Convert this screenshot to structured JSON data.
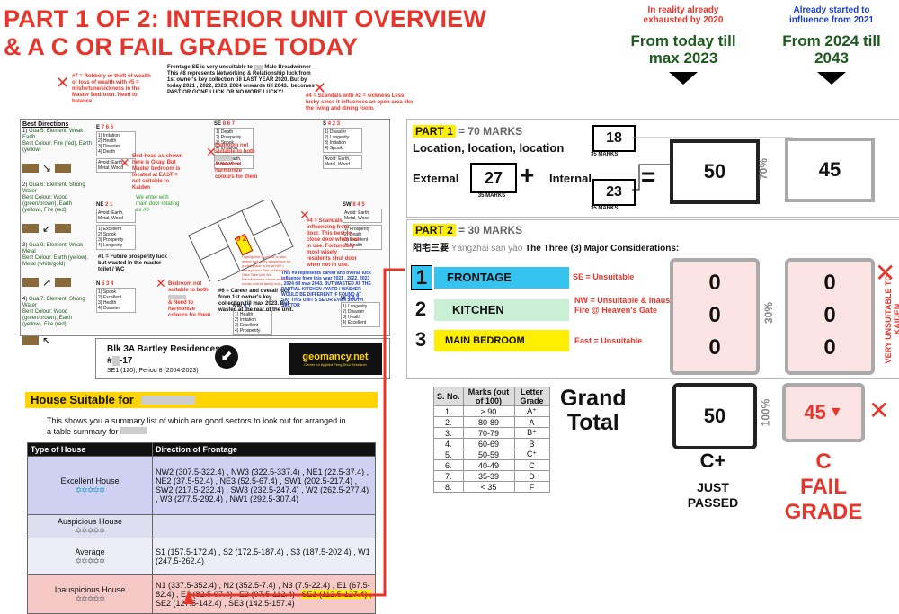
{
  "title": {
    "line1": "PART 1 OF 2: INTERIOR UNIT OVERVIEW",
    "line2": "& A C OR FAIL GRADE TODAY"
  },
  "periods": {
    "left_note": "In reality already exhausted by 2020",
    "left_big": "From today till max 2023",
    "right_note": "Already started to influence from 2021",
    "right_big": "From 2024 till 2043"
  },
  "frontage_note": {
    "line1": "Frontage SE is very unsuitable to",
    "line1b": "Male Breadwinner",
    "body": "This #8 represents Networking & Relationship luck from 1st owner's key collection till LAST YEAR 2020. But by today 2021 , 2022, 2023, 2024 onwards till 2043.. becomes PAST OR GONE LUCK OR NO MORE LUCKY!"
  },
  "annotations": {
    "robbery": "#7 = Robbery or theft of wealth or loss of wealth with #5 = misfortune/sickness in the Master Bedroom. Need to balance",
    "scandal_top": "#4 = Scandals with #2 = sickness Less lucky since it influences an open area like the living and dining room.",
    "bedhead": "Bed-head as shown here is Okay. But Master bedroom is located at EAST = not suitable to Kaiden",
    "bedroom_top": "Bedroom not suitable to both",
    "need_colours_top": "& Need to harmonize colours for them",
    "scandal_front": "#4 = Scandals influencing front door. This best to close door when not in use. Fortunately most wisely residents shut door when not in use.",
    "future_prosperity": "#1 = Future prosperity luck but wasted in the master toilet / WC",
    "bedroom_bottom": "Bedroom not suitable to both",
    "need_colours_bottom": "& Need to harmonize colours for them",
    "career": "#6 = Career and overall luck from 1st owner's key collection till max 2023. But wasted at the rear of the unit.",
    "wasted_kitchen": "This #9 represents career and overall luck influence from this year 2021 , 2022, 2023 , 2024 till max 2043. BUT WASTED AT THE PARTIAL KITCHEN / YARD / WASHER WOULD BE DIFFERENT IF FOUND AT SAY THIS UNIT'S SE OR EVEN SOUTH SECTOR",
    "highlight": "Highlighted in yellow is also where hall. Very auspicious for partial place to be at NW = Inauspicious Fire at Heaven's Gate Take luck for Breadwinner's career and also cause overall family luck",
    "maybe_enter": "We enter with main door rotating as #8"
  },
  "best_directions": {
    "header": "Best Directions",
    "people": [
      {
        "num": "1)",
        "gua": "Gua 5: Element: Weak Earth",
        "colour": "Best Colour: Fire (red), Earth (yellow)"
      },
      {
        "num": "2)",
        "gua": "Gua 6: Element: Strong Water",
        "colour": "Best Colour: Wood (green/brown), Earth (yellow), Fire (red)"
      },
      {
        "num": "3)",
        "gua": "Gua 9: Element: Weak Metal",
        "colour": "Best Colour: Earth (yellow), Metal (white/gold)"
      },
      {
        "num": "4)",
        "gua": "Gua 7: Element: Strong Water",
        "colour": "Best Colour: Wood (green/brown), Earth (yellow), Fire (red)"
      }
    ]
  },
  "floorplan": {
    "sectors": [
      {
        "id": "E",
        "nums": "7 6 6",
        "items": [
          "1) Irritation",
          "2) Health",
          "3) Disaster",
          "4) Death"
        ]
      },
      {
        "id": "SE",
        "nums": "8 6 7",
        "items": [
          "1) Death",
          "2) Prosperity",
          "3) Spook",
          "4) Irritation"
        ]
      },
      {
        "id": "S",
        "nums": "4 2 3",
        "items": [
          "1) Disaster",
          "2) Longevity",
          "3) Irritation",
          "4) Spook"
        ]
      },
      {
        "id": "NE",
        "nums": "2 1",
        "items": [
          "1) Excellent",
          "2) Spook",
          "3) Prosperity",
          "4) Longevity"
        ]
      },
      {
        "id": "SW",
        "nums": "8 4 5",
        "items": [
          "1) Prosperity",
          "2) Death",
          "3) Excellent",
          "4) Health"
        ]
      },
      {
        "id": "N",
        "nums": "5 3 4",
        "items": [
          "1) Spook",
          "2) Excellent",
          "3) Health",
          "4) Disaster"
        ]
      },
      {
        "id": "NW",
        "nums": "9 1",
        "items": [
          "1) Health",
          "2) Irritation",
          "3) Excellent",
          "4) Prosperity"
        ]
      },
      {
        "id": "W",
        "nums": "2 9 1",
        "items": [
          "1) Longevity",
          "2) Disaster",
          "3) Health",
          "4) Excellent"
        ]
      }
    ],
    "avoid_note": "Avoid: Earth, Metal, Wood",
    "property": "Blk 3A Bartley Residences",
    "unit": "#",
    "unit_suffix": "-17",
    "facing": "SE1 (120), Period 8 (2004-2023)",
    "logo_text": "geomancy.net",
    "logo_sub": "Center for Applied Feng Shui Research"
  },
  "house_suitable": {
    "header": "House Suitable for",
    "desc": "This shows you a summary list of which are good sectors to look out for arranged in a table summary for",
    "columns": [
      "Type of House",
      "Direction of Frontage"
    ],
    "rows": [
      {
        "type": "Excellent House",
        "stars": "✡✡✡✡✡",
        "dirs": "NW2 (307.5-322.4) , NW3 (322.5-337.4) , NE1 (22.5-37.4) , NE2 (37.5-52.4) , NE3 (52.5-67.4) , SW1 (202.5-217.4) , SW2 (217.5-232.4) , SW3 (232.5-247.4) , W2 (262.5-277.4) , W3 (277.5-292.4) , NW1 (292.5-307.4)",
        "bg": "#cfd0f2"
      },
      {
        "type": "Auspicious House",
        "stars": "✡✡✡✡✡",
        "dirs": "",
        "bg": "#dddff0"
      },
      {
        "type": "Average",
        "stars": "✡✡✡✡✡",
        "dirs": "S1 (157.5-172.4) , S2 (172.5-187.4) , S3 (187.5-202.4) , W1 (247.5-262.4)",
        "bg": "#ecedf6"
      },
      {
        "type": "Inauspicious House",
        "stars": "✡✡✡✡✡",
        "dirs_a": "N1 (337.5-352.4) , N2 (352.5-7.4) , N3 (7.5-22.4) , E1 (67.5-82.4) , E2 (82.5-97.4) , E3 (97.5-112.4) ,",
        "dirs_hl": "SE1 (112.5-127.4) ,",
        "dirs_b": "SE2 (127.5-142.4) , SE3 (142.5-157.4)",
        "bg": "#f6c9c6"
      }
    ]
  },
  "part1": {
    "label": "PART 1",
    "marks": "= 70 MARKS",
    "subtitle": "Location, location, location",
    "external_label": "External",
    "external_value": "27",
    "external_sub": "35 MARKS",
    "plus": "+",
    "internal_label": "Internal",
    "internal_top": "18",
    "internal_top_sub": "35 MARKS",
    "internal_bottom": "23",
    "internal_bottom_sub": "35 MARKS",
    "equals": "=",
    "total_today": "50",
    "percent": "70%",
    "total_future": "45"
  },
  "part2": {
    "label": "PART 2",
    "marks": "= 30 MARKS",
    "chinese": "阳宅三要",
    "pinyin": "Yángzhái sān yào",
    "english": "The Three (3) Major Considerations:",
    "items": [
      {
        "num": "1",
        "name": "FRONTAGE",
        "note": "SE = Unsuitable",
        "bg": "#35c4ef"
      },
      {
        "num": "2",
        "name": "KITCHEN",
        "note": "NW = Unsuitable & Inauspicious Fire @ Heaven's Gate",
        "bg": "#c9efd4"
      },
      {
        "num": "3",
        "name": "MAIN BEDROOM",
        "note": "East = Unsuitable",
        "bg": "#ffee00"
      }
    ],
    "today_scores": [
      "0",
      "0",
      "0"
    ],
    "percent": "30%",
    "future_scores": [
      "0",
      "0",
      "0"
    ],
    "side_note": "VERY UNSUITABLE TO KAIDEN"
  },
  "grade_table": {
    "columns": [
      "S. No.",
      "Marks (out of 100)",
      "Letter Grade"
    ],
    "rows": [
      [
        "1.",
        "≥ 90",
        "A⁺"
      ],
      [
        "2.",
        "80-89",
        "A"
      ],
      [
        "3.",
        "70-79",
        "B⁺"
      ],
      [
        "4.",
        "60-69",
        "B"
      ],
      [
        "5.",
        "50-59",
        "C⁺"
      ],
      [
        "6.",
        "40-49",
        "C"
      ],
      [
        "7.",
        "35-39",
        "D"
      ],
      [
        "8.",
        "< 35",
        "F"
      ]
    ]
  },
  "grand_total": {
    "label_line1": "Grand",
    "label_line2": "Total",
    "today": "50",
    "percent": "100%",
    "future": "45",
    "today_grade": "C+",
    "today_verdict_1": "JUST",
    "today_verdict_2": "PASSED",
    "future_grade": "C",
    "future_verdict_1": "FAIL",
    "future_verdict_2": "GRADE"
  },
  "colors": {
    "accent_red": "#e8352b",
    "green": "#1d5a1d",
    "blue": "#1a3fd1"
  }
}
